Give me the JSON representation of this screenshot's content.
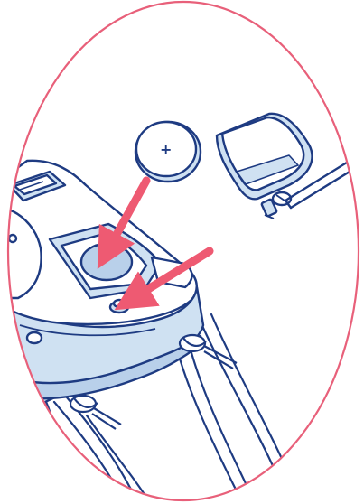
{
  "illustration": {
    "battery_polarity_label": "+",
    "colors": {
      "frame": "#e8607a",
      "arrow": "#ee5a72",
      "outline": "#1e3b82",
      "fill_light": "#ffffff",
      "fill_shade": "#cfe1f2",
      "fill_shade_dark": "#b9d0ea"
    },
    "icons": [
      "coin-battery",
      "battery-cover",
      "screwdriver",
      "screw",
      "insert-arrow",
      "insert-arrow",
      "device-housing",
      "strap"
    ]
  }
}
